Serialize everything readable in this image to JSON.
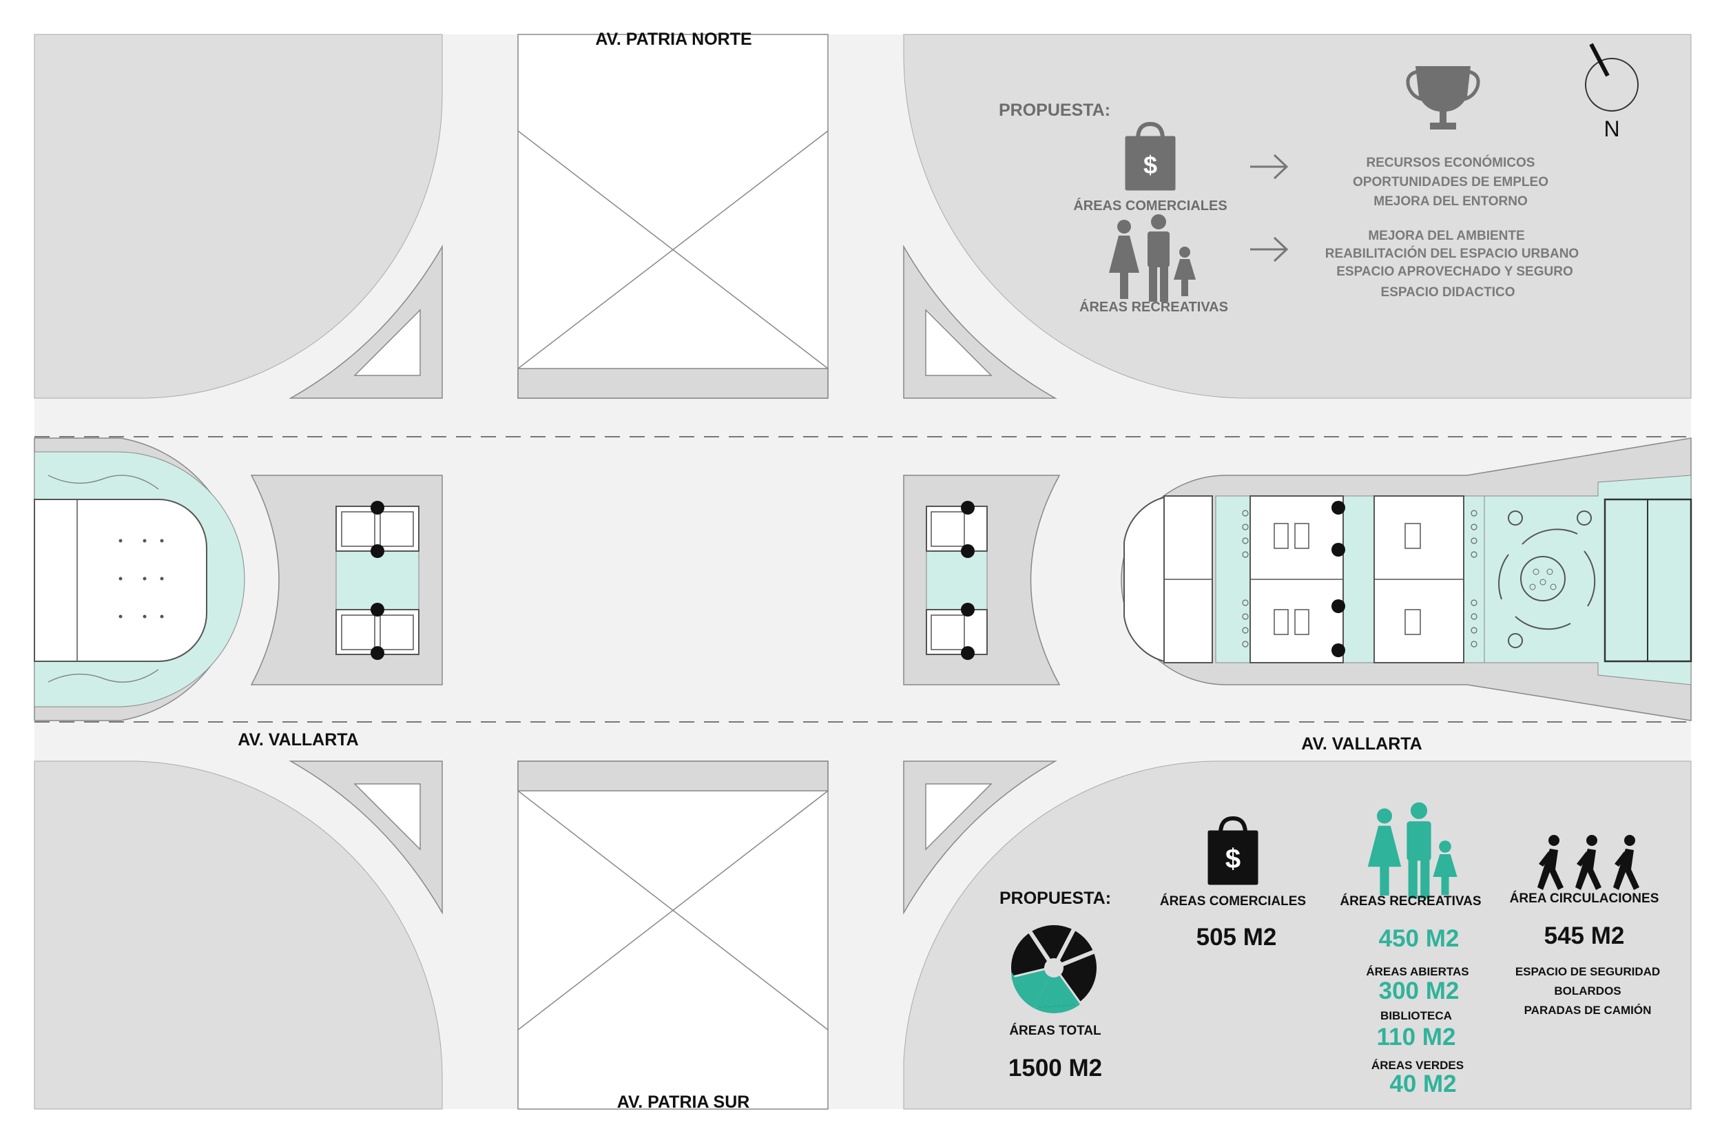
{
  "streets": {
    "north": "AV. PATRIA NORTE",
    "south": "AV. PATRIA SUR",
    "vallarta_left": "AV. VALLARTA",
    "vallarta_right": "AV. VALLARTA"
  },
  "compass": {
    "label": "N"
  },
  "proposal_top": {
    "title": "PROPUESTA:",
    "commercial_label": "ÁREAS COMERCIALES",
    "recreational_label": "ÁREAS RECREATIVAS",
    "commercial_benefits": [
      "RECURSOS ECONÓMICOS",
      "OPORTUNIDADES DE EMPLEO",
      "MEJORA DEL ENTORNO"
    ],
    "recreational_benefits": [
      "MEJORA DEL AMBIENTE",
      "REABILITACIÓN DEL ESPACIO URBANO",
      "ESPACIO APROVECHADO Y SEGURO",
      "ESPACIO DIDACTICO"
    ]
  },
  "summary": {
    "title": "PROPUESTA:",
    "total_label": "ÁREAS TOTAL",
    "total_value": "1500 M2",
    "commercial_label": "ÁREAS COMERCIALES",
    "commercial_value": "505 M2",
    "recreational_label": "ÁREAS RECREATIVAS",
    "recreational_value": "450 M2",
    "open_label": "ÁREAS ABIERTAS",
    "open_value": "300 M2",
    "library_label": "BIBLIOTECA",
    "library_value": "110 M2",
    "green_label": "ÁREAS VERDES",
    "green_value": "40 M2",
    "circulation_label": "ÁREA CIRCULACIONES",
    "circulation_value": "545 M2",
    "circulation_items": [
      "ESPACIO DE SEGURIDAD",
      "BOLARDOS",
      "PARADAS DE CAMIÓN"
    ]
  },
  "colors": {
    "block": "#dedede",
    "road": "#f2f2f2",
    "island": "#d9d9d9",
    "teal": "#2fb39b",
    "teal_light": "#cfeee8",
    "text": "#111111",
    "muted": "#6d6d6d"
  },
  "icons": [
    "north-arrow-icon",
    "trophy-icon",
    "shopping-bag-icon",
    "family-icon",
    "arrow-right-icon",
    "aperture-icon",
    "walking-people-icon"
  ]
}
